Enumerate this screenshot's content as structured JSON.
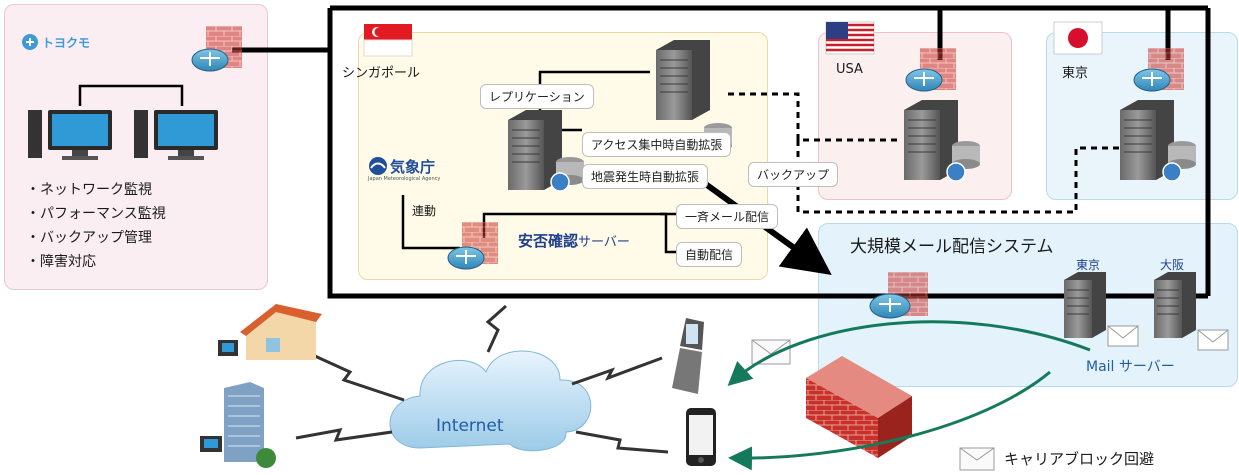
{
  "left_panel": {
    "logo_text": "トヨクモ",
    "bullets": [
      "・ネットワーク監視",
      "・パフォーマンス監視",
      "・バックアップ管理",
      "・障害対応"
    ]
  },
  "singapore": {
    "label": "シンガポール",
    "replication": "レプリケーション",
    "access_scale": "アクセス集中時自動拡張",
    "quake_scale": "地震発生時自動拡張",
    "jma_logo": "気象庁",
    "jma_sub": "Japan Meteorological Agency",
    "link_label": "連動",
    "server_title_bold": "安否確認",
    "server_title_suffix": "サーバー",
    "bulk_mail": "一斉メール配信",
    "auto_delivery": "自動配信"
  },
  "backup_label": "バックアップ",
  "usa": {
    "label": "USA"
  },
  "tokyo": {
    "label": "東京"
  },
  "mail_system": {
    "title": "大規模メール配信システム",
    "tokyo": "東京",
    "osaka": "大阪",
    "mail_server": "Mail サーバー"
  },
  "internet_label": "Internet",
  "carrier_block": "キャリアブロック回避",
  "colors": {
    "left_panel_bg": "#fbeef3",
    "singapore_bg": "#fffbe8",
    "usa_bg": "#fcefef",
    "tokyo_bg": "#eaf5fb",
    "mail_bg": "#e3f2fb",
    "green_arrow": "#157a5c",
    "thick_line": "#000000"
  }
}
